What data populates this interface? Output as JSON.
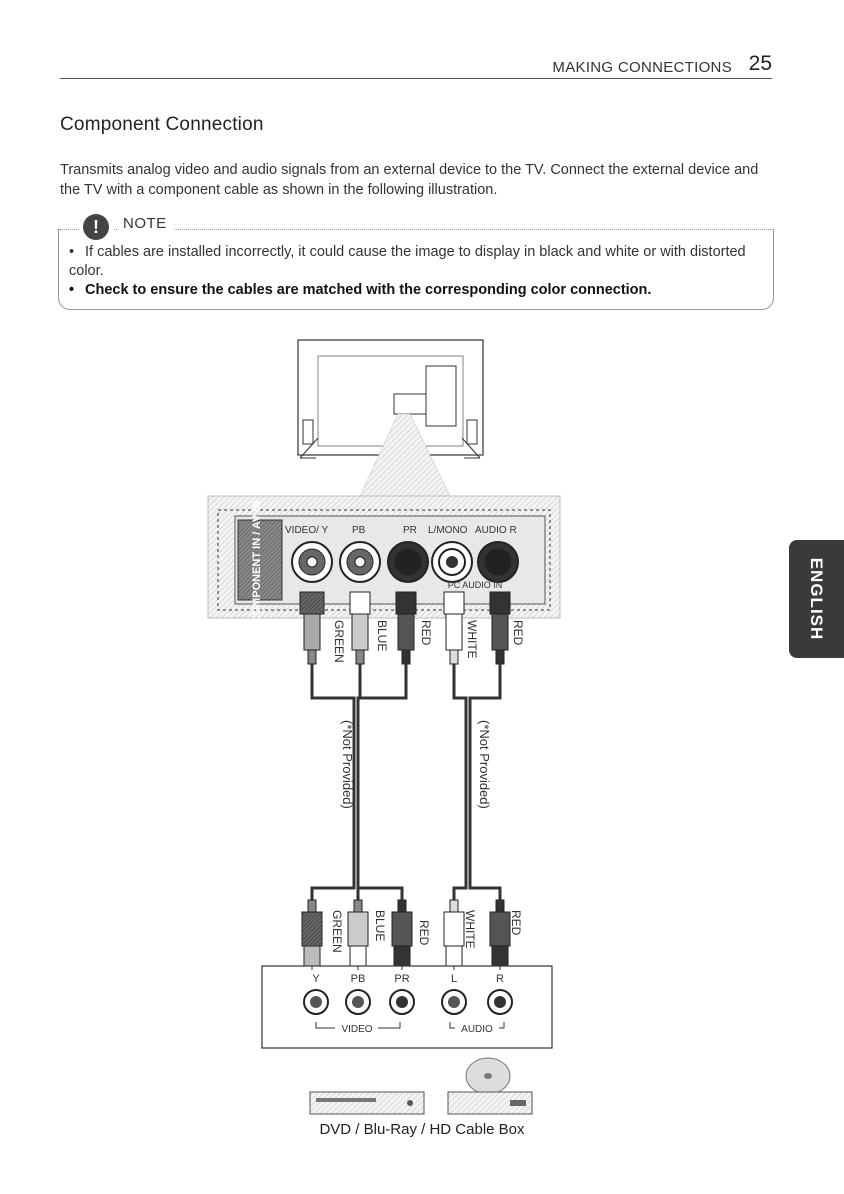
{
  "header": {
    "section": "MAKING CONNECTIONS",
    "page_number": "25"
  },
  "title": "Component Connection",
  "intro": "Transmits analog video and audio signals from an external device to the TV. Connect the external device and the TV with a component cable as shown in the following illustration.",
  "note": {
    "label": "NOTE",
    "badge": "!",
    "items": [
      "If cables are installed incorrectly, it could cause the image to display in black and white or with distorted color.",
      "Check to ensure the cables are matched with the corresponding color connection."
    ]
  },
  "side_tab": "ENGLISH",
  "panel": {
    "port_group": "COMPONENT IN / AV IN",
    "video_y": "VIDEO/ Y",
    "pb": "PB",
    "pr": "PR",
    "l_mono": "L/MONO",
    "audio_r": "AUDIO R",
    "pc_audio_in": "PC AUDIO IN"
  },
  "cable_labels": {
    "green": "GREEN",
    "blue": "BLUE",
    "red": "RED",
    "white": "WHITE",
    "red2": "RED",
    "not_provided": "(*Not Provided)"
  },
  "device_ports": {
    "y": "Y",
    "pb": "PB",
    "pr": "PR",
    "l": "L",
    "r": "R",
    "video": "VIDEO",
    "audio": "AUDIO"
  },
  "caption": "DVD / Blu-Ray / HD Cable Box",
  "icons": [
    "tv-icon",
    "dvd-player-icon",
    "disc-icon",
    "cable-box-icon",
    "warning-icon"
  ]
}
